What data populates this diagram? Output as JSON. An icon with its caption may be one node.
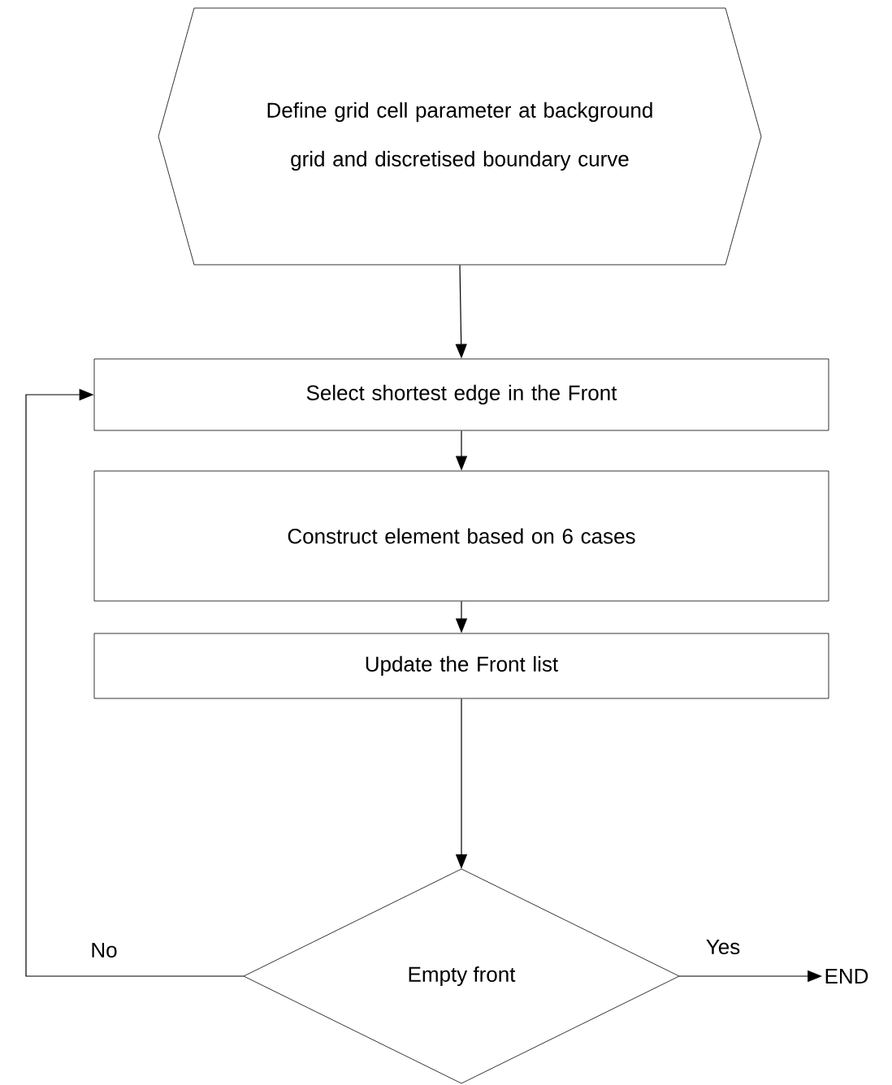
{
  "diagram": {
    "nodes": [
      {
        "text": [
          "Define grid cell parameter at background grid and discretised boundary curve"
        ]
      },
      {
        "text": [
          "Select shortest edge in the Front"
        ]
      },
      {
        "text": [
          "Construct element based on 6 cases"
        ]
      },
      {
        "text": [
          "Update the Front list"
        ]
      },
      {
        "text": [
          "Empty front"
        ]
      },
      {
        "text": [
          "END"
        ]
      }
    ],
    "edges": [
      {
        "from": 0,
        "to": 1,
        "arrow": "to"
      },
      {
        "from": 1,
        "to": 2,
        "arrow": "to"
      },
      {
        "from": 2,
        "to": 3,
        "arrow": "to"
      },
      {
        "from": 3,
        "to": 4,
        "arrow": "to"
      },
      {
        "from": 4,
        "to": 1,
        "arrow": "to",
        "label": "No"
      },
      {
        "from": 4,
        "to": 5,
        "arrow": "to",
        "label": "Yes"
      }
    ]
  }
}
